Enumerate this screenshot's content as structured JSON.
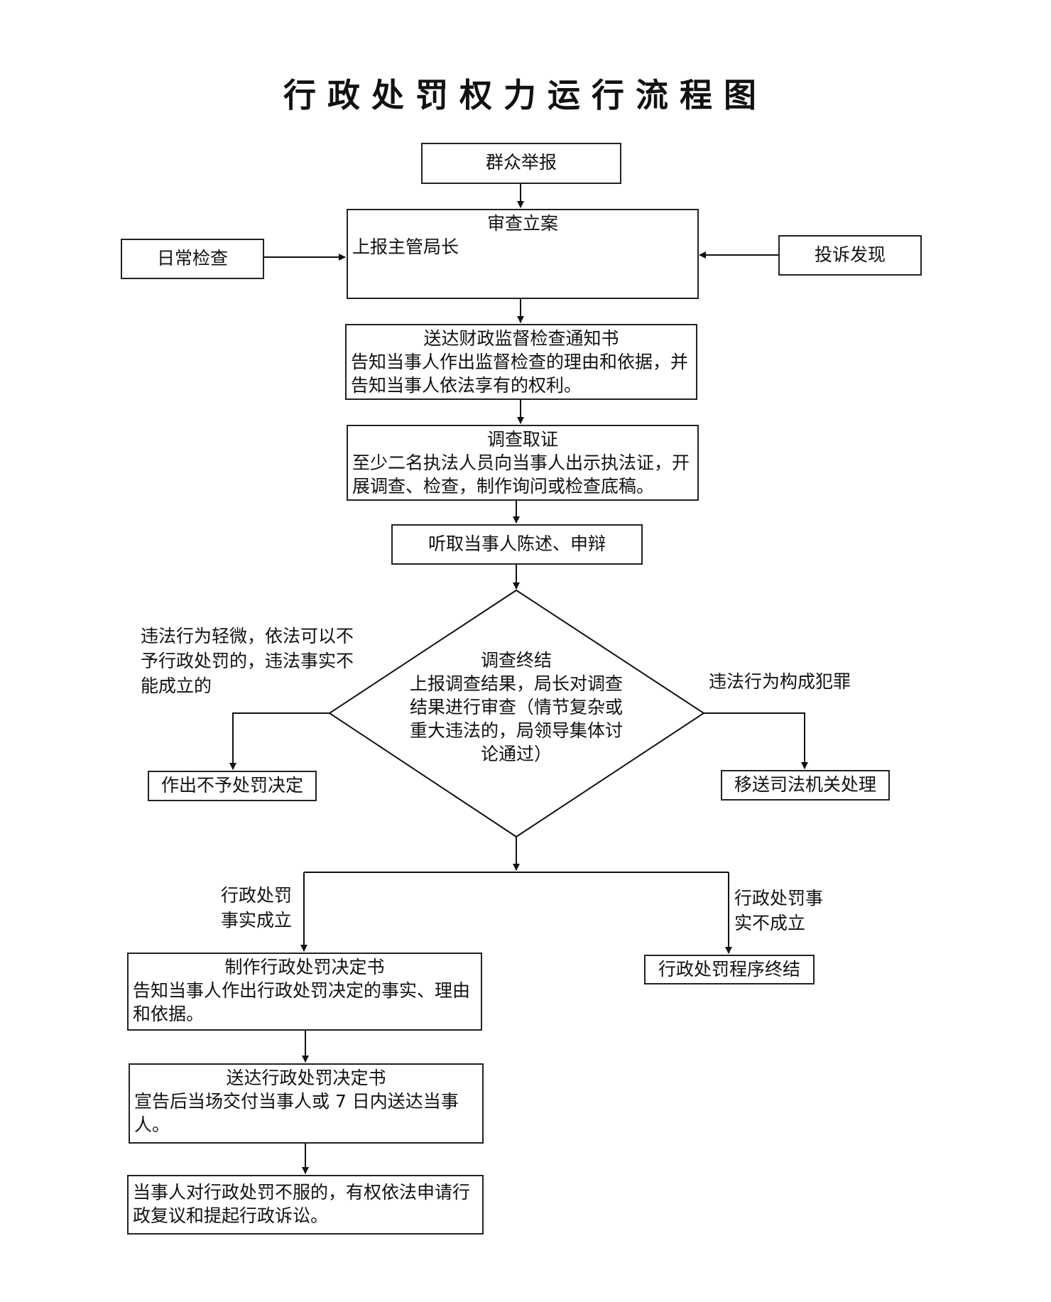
{
  "title": "行政处罚权力运行流程图",
  "nodes": {
    "report": "群众举报",
    "daily_check": "日常检查",
    "complaint": "投诉发现",
    "review": {
      "title": "审查立案",
      "body": "上报主管局长"
    },
    "notice": {
      "title": "送达财政监督检查通知书",
      "body": "告知当事人作出监督检查的理由和依据，并告知当事人依法享有的权利。"
    },
    "investigate": {
      "title": "调查取证",
      "body": "至少二名执法人员向当事人出示执法证，开展调查、检查，制作询问或检查底稿。"
    },
    "hearing": "听取当事人陈述、申辩",
    "conclusion": {
      "title": "调查终结",
      "body": "上报调查结果，局长对调查结果进行审查（情节复杂或重大违法的，局领导集体讨论通过）"
    },
    "no_penalty": "作出不予处罚决定",
    "transfer": "移送司法机关处理",
    "decision_doc": {
      "title": "制作行政处罚决定书",
      "body": "告知当事人作出行政处罚决定的事实、理由和依据。"
    },
    "deliver_doc": {
      "title": "送达行政处罚决定书",
      "body": "宣告后当场交付当事人或 7 日内送达当事人。"
    },
    "appeal": "当事人对行政处罚不服的，有权依法申请行政复议和提起行政诉讼。",
    "end": "行政处罚程序终结"
  },
  "labels": {
    "minor": "违法行为轻微，依法可以不予行政处罚的，违法事实不能成立的",
    "crime": "违法行为构成犯罪",
    "established": "行政处罚事实成立",
    "not_established": "行政处罚事实不成立"
  }
}
